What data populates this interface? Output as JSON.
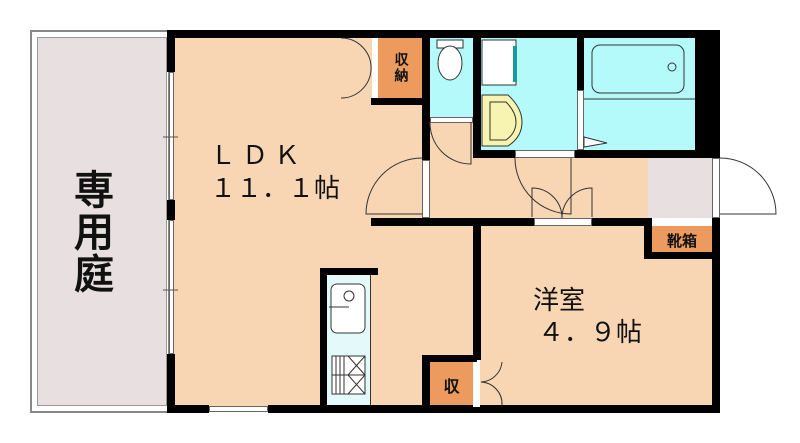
{
  "floorplan": {
    "garden": {
      "label_line1": "専",
      "label_line2": "用",
      "label_line3": "庭"
    },
    "ldk": {
      "name": "ＬＤＫ",
      "size": "１１．１帖"
    },
    "western_room": {
      "name": "洋室",
      "size": "４．９帖"
    },
    "storage_top": {
      "label": "収納"
    },
    "storage_bottom": {
      "label": "収"
    },
    "shoe_box": {
      "label": "靴箱"
    },
    "colors": {
      "floor": "#f8d6b4",
      "wet_area": "#b4fafa",
      "closet": "#ec9a5e",
      "garden": "#e8e0e0",
      "entrance": "#e8e0e0",
      "wall": "#000000"
    }
  }
}
